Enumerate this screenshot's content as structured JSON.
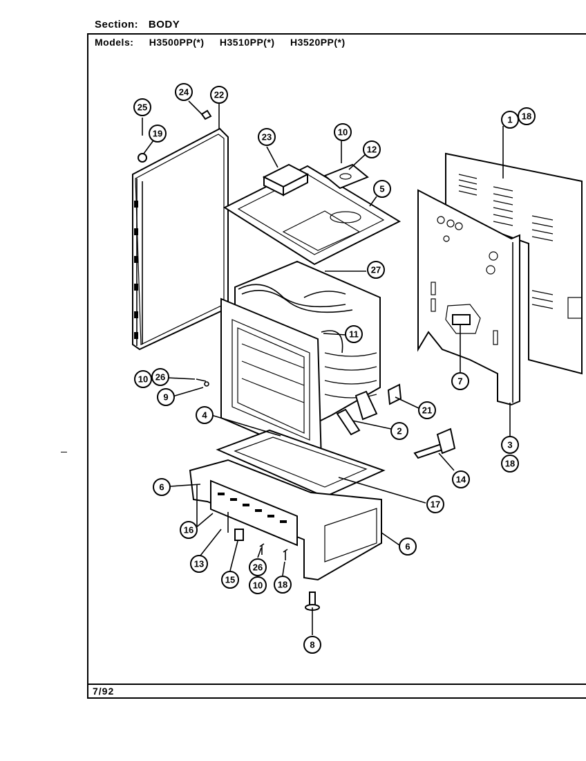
{
  "header": {
    "section_label": "Section:",
    "section_value": "BODY",
    "models_label": "Models:",
    "models": [
      "H3500PP(*)",
      "H3510PP(*)",
      "H3520PP(*)"
    ]
  },
  "footer": {
    "date": "7/92"
  },
  "callouts": [
    {
      "id": "c25",
      "label": "25"
    },
    {
      "id": "c19a",
      "label": "19"
    },
    {
      "id": "c24",
      "label": "24"
    },
    {
      "id": "c22",
      "label": "22"
    },
    {
      "id": "c23",
      "label": "23"
    },
    {
      "id": "c10a",
      "label": "10"
    },
    {
      "id": "c12",
      "label": "12"
    },
    {
      "id": "c5",
      "label": "5"
    },
    {
      "id": "c1",
      "label": "1"
    },
    {
      "id": "c18a",
      "label": "18"
    },
    {
      "id": "c27",
      "label": "27"
    },
    {
      "id": "c11",
      "label": "11"
    },
    {
      "id": "c10b",
      "label": "10"
    },
    {
      "id": "c26a",
      "label": "26"
    },
    {
      "id": "c9",
      "label": "9"
    },
    {
      "id": "c4",
      "label": "4"
    },
    {
      "id": "c7",
      "label": "7"
    },
    {
      "id": "c21",
      "label": "21"
    },
    {
      "id": "c2",
      "label": "2"
    },
    {
      "id": "c3",
      "label": "3"
    },
    {
      "id": "c18b",
      "label": "18"
    },
    {
      "id": "c14",
      "label": "14"
    },
    {
      "id": "c6a",
      "label": "6"
    },
    {
      "id": "c17",
      "label": "17"
    },
    {
      "id": "c16",
      "label": "16"
    },
    {
      "id": "c6b",
      "label": "6"
    },
    {
      "id": "c13",
      "label": "13"
    },
    {
      "id": "c15",
      "label": "15"
    },
    {
      "id": "c26b",
      "label": "26"
    },
    {
      "id": "c10c",
      "label": "10"
    },
    {
      "id": "c18c",
      "label": "18"
    },
    {
      "id": "c8",
      "label": "8"
    }
  ]
}
